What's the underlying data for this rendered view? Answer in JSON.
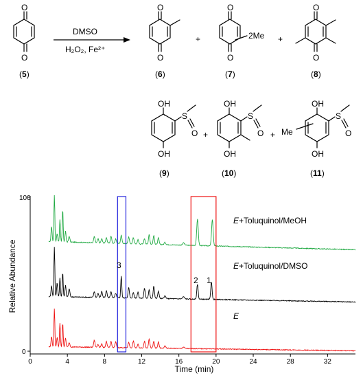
{
  "reaction": {
    "reagent_top": "DMSO",
    "reagent_bottom": "H₂O₂, Fe²⁺",
    "plus": "+",
    "substituent_2me": "2Me",
    "substituent_me": "Me",
    "atoms": {
      "O": "O",
      "OH": "OH",
      "S": "S"
    },
    "compounds": [
      {
        "id": "5",
        "open": "(",
        "num": "5",
        "close": ")"
      },
      {
        "id": "6",
        "open": "(",
        "num": "6",
        "close": ")"
      },
      {
        "id": "7",
        "open": "(",
        "num": "7",
        "close": ")"
      },
      {
        "id": "8",
        "open": "(",
        "num": "8",
        "close": ")"
      },
      {
        "id": "9",
        "open": "(",
        "num": "9",
        "close": ")"
      },
      {
        "id": "10",
        "open": "(",
        "num": "10",
        "close": ")"
      },
      {
        "id": "11",
        "open": "(",
        "num": "11",
        "close": ")"
      }
    ]
  },
  "chromatogram": {
    "ylabel": "Relative Abundance",
    "xlabel": "Time (min)",
    "y_ticks": [
      "0",
      "100"
    ],
    "x_ticks": [
      "0",
      "4",
      "8",
      "12",
      "16",
      "20",
      "24",
      "28",
      "32"
    ],
    "xlim": [
      0,
      35
    ],
    "traces": [
      {
        "name_italic": "E",
        "name_rest": "+Toluquinol/MeOH",
        "color": "#22aa44"
      },
      {
        "name_italic": "E",
        "name_rest": "+Toluquinol/DMSO",
        "color": "#000000"
      },
      {
        "name_italic": "E",
        "name_rest": "",
        "color": "#ee1111"
      }
    ],
    "peak_labels": [
      {
        "text": "1",
        "time": 19.5
      },
      {
        "text": "2",
        "time": 18.0
      },
      {
        "text": "3",
        "time": 9.8
      }
    ],
    "highlight_boxes": [
      {
        "color": "#2222dd",
        "from": 9.4,
        "to": 10.3
      },
      {
        "color": "#ee1111",
        "from": 17.3,
        "to": 20.0
      }
    ]
  }
}
